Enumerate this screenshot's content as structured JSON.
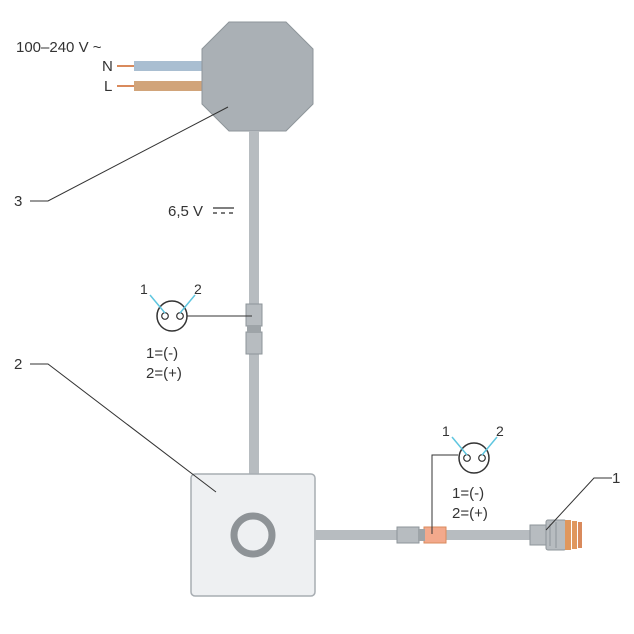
{
  "supply": {
    "voltage_label": "100–240 V ~",
    "neutral_label": "N",
    "live_label": "L"
  },
  "output_voltage_label": "6,5 V",
  "callouts": {
    "adapter": "3",
    "touch_switch": "2",
    "connector": "1"
  },
  "socket_upper": {
    "pin1": "1",
    "pin2": "2",
    "legend1": "1=(-)",
    "legend2": "2=(+)"
  },
  "socket_lower": {
    "pin1": "1",
    "pin2": "2",
    "legend1": "1=(-)",
    "legend2": "2=(+)"
  },
  "colors": {
    "cable": "#b7bcc0",
    "cable_dark": "#8e959a",
    "adapter": "#aab0b5",
    "switch_body": "#eef0f2",
    "switch_ring": "#8e9397",
    "neutral_wire": "#a9bed1",
    "live_wire": "#d1a47a",
    "copper": "#d98a5c",
    "connector_orange": "#e0975d",
    "pin_blue": "#5fc6e0",
    "highlight_sleeve": "#f3a98c"
  }
}
